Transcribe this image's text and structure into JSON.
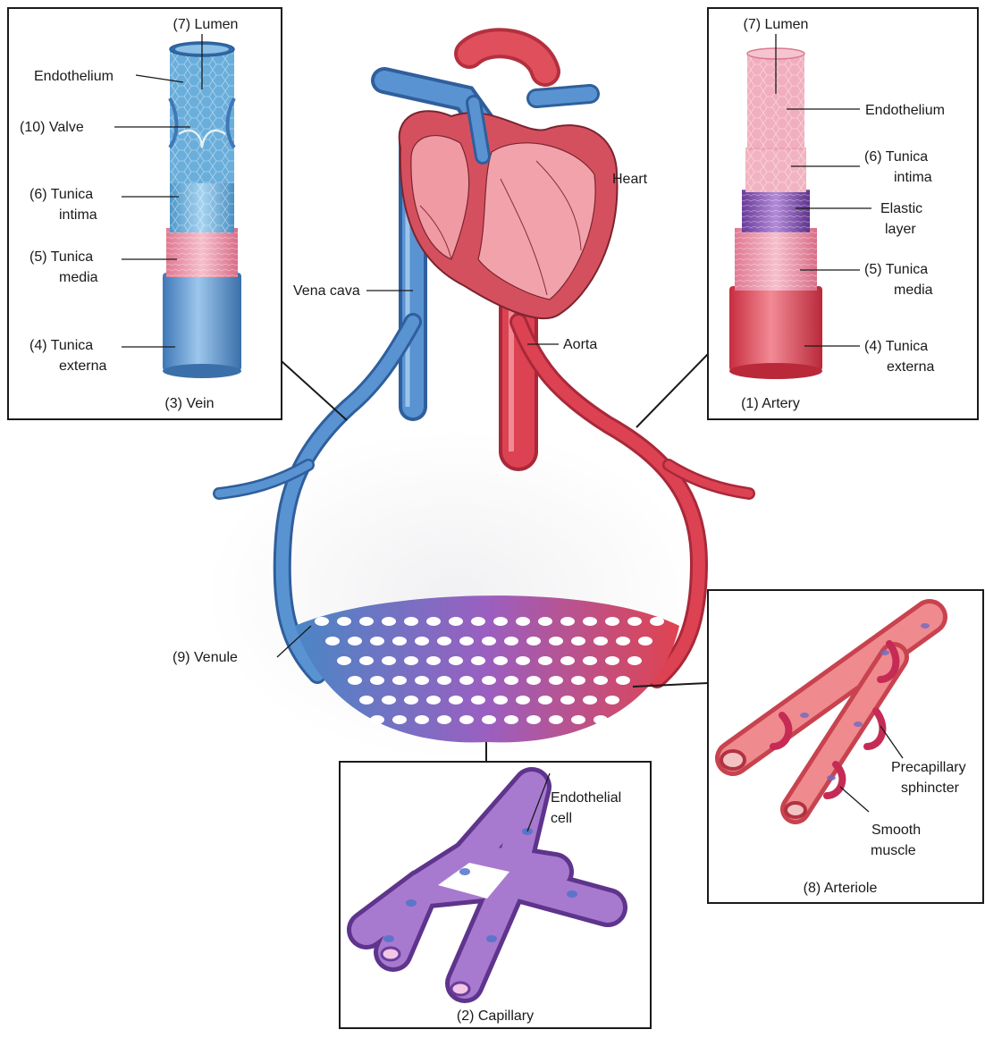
{
  "labels": {
    "vein": {
      "lumen": "(7) Lumen",
      "endothelium": "Endothelium",
      "valve": "(10) Valve",
      "tunica_intima_1": "(6) Tunica",
      "tunica_intima_2": "intima",
      "tunica_media_1": "(5) Tunica",
      "tunica_media_2": "media",
      "tunica_externa_1": "(4) Tunica",
      "tunica_externa_2": "externa",
      "caption": "(3) Vein"
    },
    "artery": {
      "lumen": "(7) Lumen",
      "endothelium": "Endothelium",
      "tunica_intima_1": "(6) Tunica",
      "tunica_intima_2": "intima",
      "elastic_1": "Elastic",
      "elastic_2": "layer",
      "tunica_media_1": "(5) Tunica",
      "tunica_media_2": "media",
      "tunica_externa_1": "(4) Tunica",
      "tunica_externa_2": "externa",
      "caption": "(1) Artery"
    },
    "heart": "Heart",
    "vena_cava": "Vena cava",
    "aorta": "Aorta",
    "venule": "(9) Venule",
    "capillary": {
      "endothelial_1": "Endothelial",
      "endothelial_2": "cell",
      "caption": "(2) Capillary"
    },
    "arteriole": {
      "precap_1": "Precapillary",
      "precap_2": "sphincter",
      "smooth_1": "Smooth",
      "smooth_2": "muscle",
      "caption": "(8) Arteriole"
    }
  },
  "colors": {
    "vein_blue": "#4a86c5",
    "artery_red": "#d9434f",
    "capillary_purple": "#9a62b8",
    "heart_pink": "#e97a86"
  }
}
